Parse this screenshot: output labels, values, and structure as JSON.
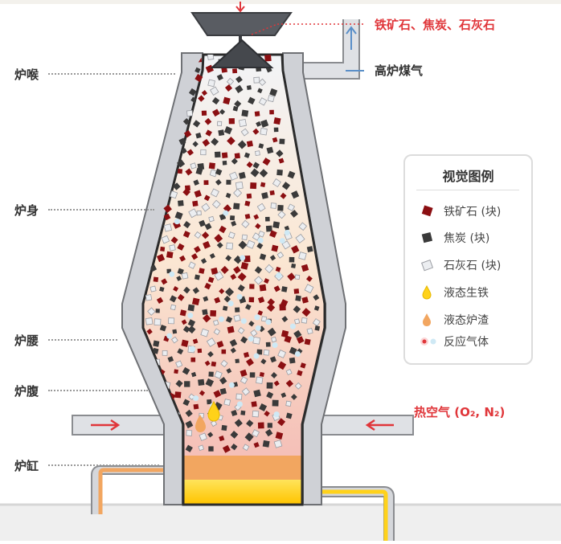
{
  "zones": [
    {
      "id": "throat",
      "label": "炉喉"
    },
    {
      "id": "stack",
      "label": "炉身"
    },
    {
      "id": "belly",
      "label": "炉腰"
    },
    {
      "id": "bosh",
      "label": "炉腹"
    },
    {
      "id": "hearth",
      "label": "炉缸"
    }
  ],
  "annotations": {
    "raw_materials": "铁矿石、焦炭、石灰石",
    "top_gas": "高炉煤气",
    "hot_blast": "热空气 (O₂, N₂)"
  },
  "legend": {
    "title": "视觉图例",
    "items": [
      {
        "icon": "iron-ore-icon",
        "label": "铁矿石 (块)"
      },
      {
        "icon": "coke-icon",
        "label": "焦炭 (块)"
      },
      {
        "icon": "limestone-icon",
        "label": "石灰石 (块)"
      },
      {
        "icon": "liquid-iron-icon",
        "label": "液态生铁"
      },
      {
        "icon": "liquid-slag-icon",
        "label": "液态炉渣"
      },
      {
        "icon": "reaction-gas-icon",
        "label": "反应气体"
      }
    ]
  },
  "colors": {
    "iron_ore": "#8b0f12",
    "coke": "#3a3a3a",
    "limestone": "#d9dbe0",
    "liquid_iron": "#ffd21a",
    "slag": "#f2a660",
    "accent_red": "#e0363a",
    "accent_blue": "#5a8fc8",
    "wall": "#cfd1d6"
  }
}
